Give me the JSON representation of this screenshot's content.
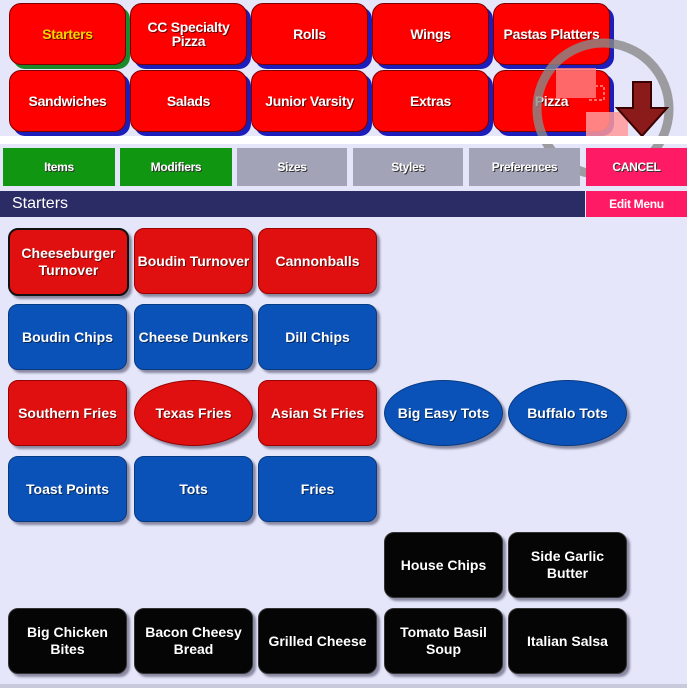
{
  "categories": [
    {
      "label": "Starters",
      "selected": true
    },
    {
      "label": "CC Specialty\nPizza"
    },
    {
      "label": "Rolls"
    },
    {
      "label": "Wings"
    },
    {
      "label": "Pastas Platters"
    },
    {
      "label": "Sandwiches"
    },
    {
      "label": "Salads"
    },
    {
      "label": "Junior Varsity"
    },
    {
      "label": "Extras"
    },
    {
      "label": "Pizza"
    }
  ],
  "tabs": {
    "items": "Items",
    "modifiers": "Modifiers",
    "sizes": "Sizes",
    "styles": "Styles",
    "preferences": "Preferences",
    "cancel": "CANCEL"
  },
  "section": {
    "title": "Starters",
    "edit_menu": "Edit Menu"
  },
  "items": [
    {
      "label": "Cheeseburger Turnover"
    },
    {
      "label": "Boudin Turnover"
    },
    {
      "label": "Cannonballs"
    },
    {
      "label": "Boudin Chips"
    },
    {
      "label": "Cheese Dunkers"
    },
    {
      "label": "Dill Chips"
    },
    {
      "label": "Southern Fries"
    },
    {
      "label": "Texas Fries"
    },
    {
      "label": "Asian St Fries"
    },
    {
      "label": "Big Easy Tots"
    },
    {
      "label": "Buffalo Tots"
    },
    {
      "label": "Toast Points"
    },
    {
      "label": "Tots"
    },
    {
      "label": "Fries"
    },
    {
      "label": "House Chips"
    },
    {
      "label": "Side Garlic Butter"
    },
    {
      "label": "Big Chicken Bites"
    },
    {
      "label": "Bacon Cheesy Bread"
    },
    {
      "label": "Grilled Cheese"
    },
    {
      "label": "Tomato Basil Soup"
    },
    {
      "label": "Italian Salsa"
    }
  ],
  "icons": {
    "overlay": "sync-download-icon"
  },
  "colors": {
    "category_red": "#ff0000",
    "item_red": "#e01010",
    "item_blue": "#0b52b8",
    "item_black": "#050505",
    "tab_green": "#119611",
    "tab_grey": "#a3a3b8",
    "cancel_pink": "#ff1a66",
    "background": "#e6e6fa"
  }
}
